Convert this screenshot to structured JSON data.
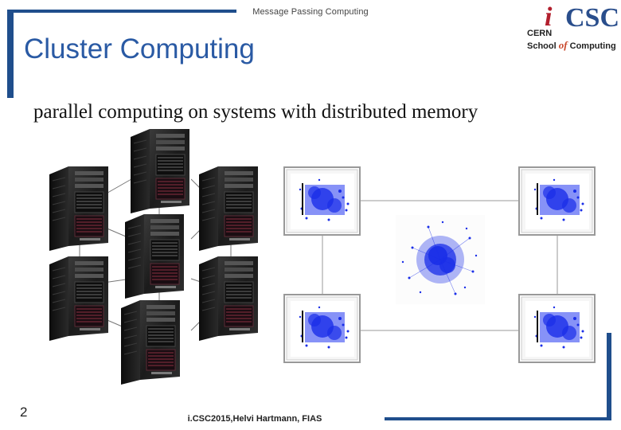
{
  "header": {
    "text": "Message Passing Computing"
  },
  "slide": {
    "title": "Cluster Computing",
    "subtitle": "parallel computing on systems with distributed memory",
    "page_number": "2"
  },
  "footer": {
    "text": "i.CSC2015,Helvi Hartmann, FIAS"
  },
  "logo": {
    "mark_i": "i",
    "mark_csc": "CSC",
    "line1": "CERN",
    "line2_a": "School",
    "line2_of": "of",
    "line2_b": "Computing"
  },
  "colors": {
    "accent": "#1f4e8c",
    "title": "#2a5aa4",
    "scatter_blue": "#1a2ee8"
  }
}
